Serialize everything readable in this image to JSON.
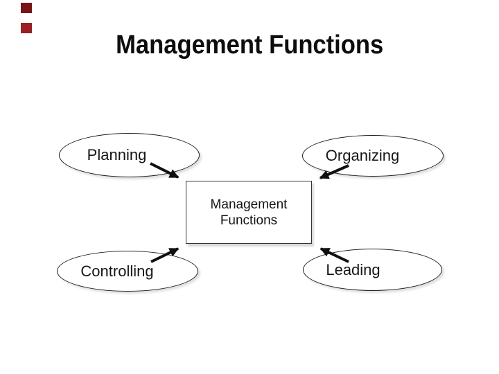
{
  "slide": {
    "title": "Management Functions",
    "decor": {
      "square_top_color": "#7a1517",
      "square_bottom_color": "#9b2023"
    },
    "box": {
      "line1": "Management",
      "line2": "Functions"
    },
    "ellipses": [
      {
        "label": "Planning"
      },
      {
        "label": "Organizing"
      },
      {
        "label": "Controlling"
      },
      {
        "label": "Leading"
      }
    ],
    "colors": {
      "outline": "#1f1f1f",
      "arrow": "#0f0f0f"
    }
  }
}
